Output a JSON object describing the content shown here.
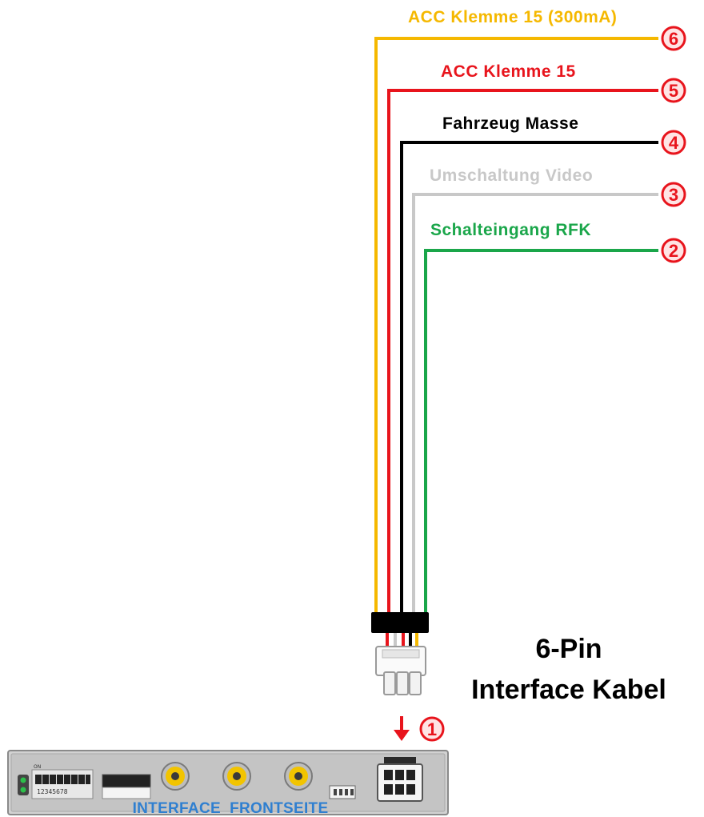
{
  "wires": [
    {
      "number": "6",
      "label": "ACC Klemme 15 (300mA)",
      "color": "#f5b800"
    },
    {
      "number": "5",
      "label": "ACC Klemme 15",
      "color": "#e8141c"
    },
    {
      "number": "4",
      "label": "Fahrzeug Masse",
      "color": "#000000"
    },
    {
      "number": "3",
      "label": "Umschaltung Video",
      "color": "#c8c8c8"
    },
    {
      "number": "2",
      "label": "Schalteingang RFK",
      "color": "#1aa64a"
    }
  ],
  "cable": {
    "line1": "6-Pin",
    "line2": "Interface Kabel"
  },
  "connector_badge": "1",
  "interface": {
    "label": "INTERFACE  FRONTSEITE",
    "dip_numbers": "12345678",
    "dip_on": "ON"
  },
  "colors": {
    "badge_stroke": "#e8141c",
    "badge_fill": "#ffe4e4",
    "front_label": "#2f7fd0",
    "label_yellow": "#f5b800",
    "label_red": "#e8141c",
    "label_black": "#000000",
    "label_grey": "#c8c8c8",
    "label_green": "#1aa64a"
  }
}
